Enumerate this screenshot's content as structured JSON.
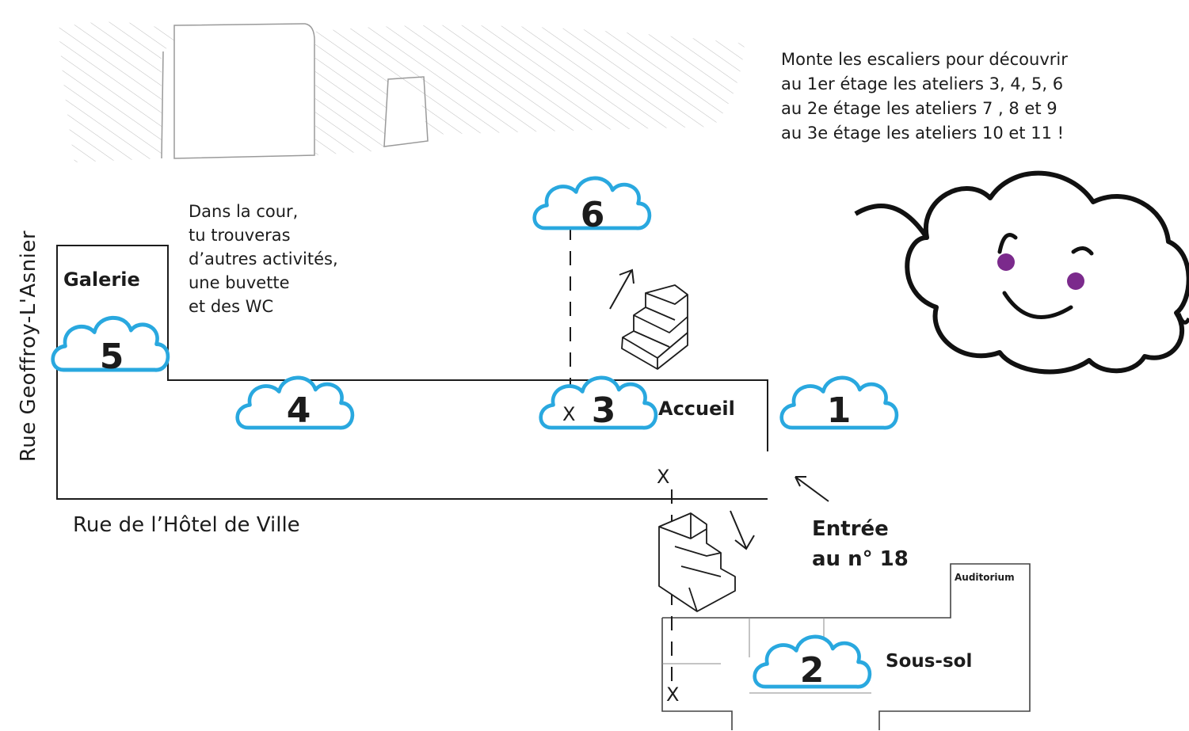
{
  "top_note": {
    "lines": [
      "Monte les escaliers pour découvrir",
      "au 1er étage les ateliers 3, 4, 5, 6",
      "au 2e  étage  les ateliers 7 , 8 et 9",
      "au 3e étage les ateliers 10 et 11 !"
    ]
  },
  "courtyard_note": {
    "lines": [
      "Dans la cour,",
      "tu trouveras",
      "d’autres activités,",
      "une buvette",
      "et des WC"
    ]
  },
  "streets": {
    "left": "Rue  Geoffroy-L'Asnier",
    "bottom": "Rue de l’Hôtel de Ville"
  },
  "rooms": {
    "galerie": "Galerie",
    "accueil": "Accueil",
    "sous_sol": "Sous-sol",
    "auditorium": "Auditorium"
  },
  "entrance": {
    "line1": "Entrée",
    "line2": "au n° 18"
  },
  "workshops": [
    "1",
    "2",
    "3",
    "4",
    "5",
    "6"
  ],
  "markers": {
    "x": "X"
  },
  "colors": {
    "cloud_stroke": "#29a8df",
    "ink": "#1c1c1c",
    "mascot_cheeks": "#7b2a8c",
    "hatch": "#b8b8b8"
  }
}
